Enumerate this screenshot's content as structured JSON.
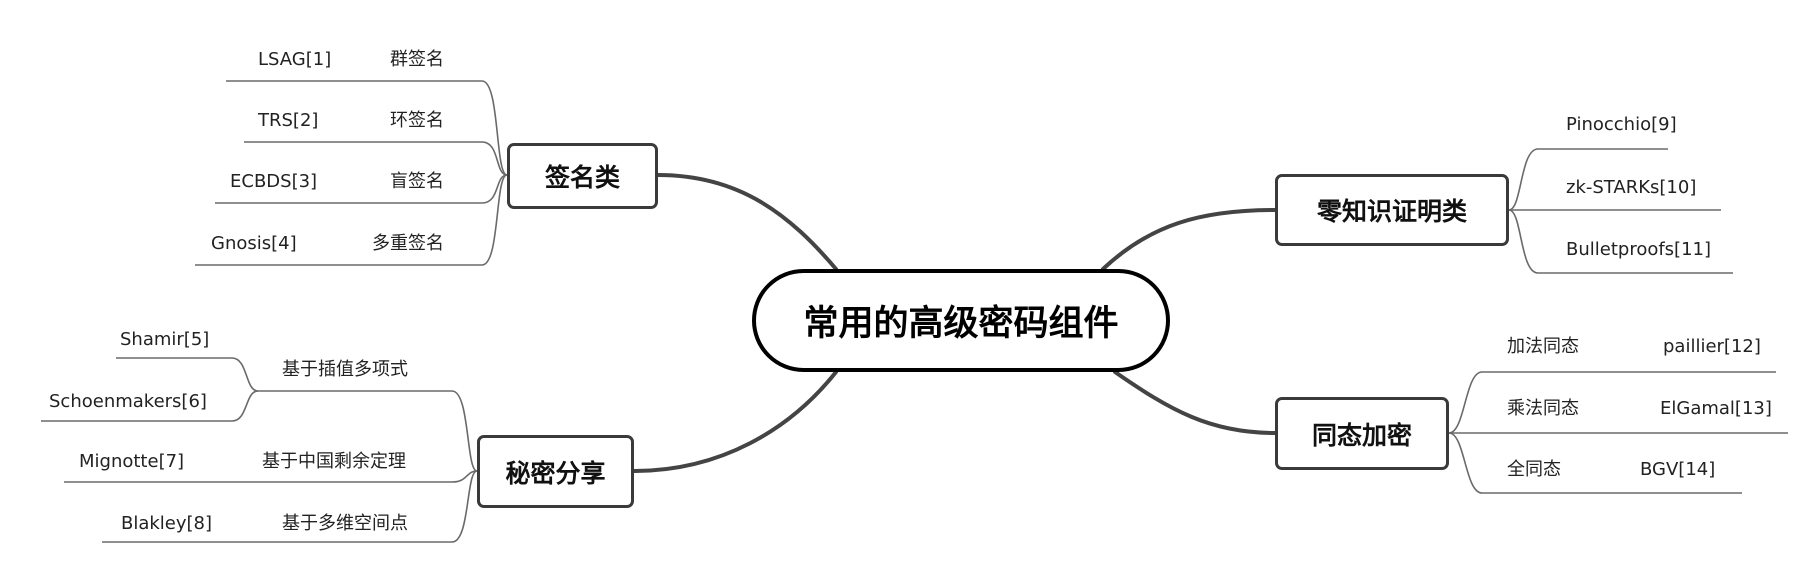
{
  "root": {
    "label": "常用的高级密码组件"
  },
  "signature": {
    "label": "签名类",
    "items": [
      {
        "type": "群签名",
        "scheme": "LSAG[1]"
      },
      {
        "type": "环签名",
        "scheme": "TRS[2]"
      },
      {
        "type": "盲签名",
        "scheme": "ECBDS[3]"
      },
      {
        "type": "多重签名",
        "scheme": "Gnosis[4]"
      }
    ]
  },
  "secret_sharing": {
    "label": "秘密分享",
    "groups": [
      {
        "type": "基于插值多项式",
        "schemes": [
          "Shamir[5]",
          "Schoenmakers[6]"
        ]
      },
      {
        "type": "基于中国剩余定理",
        "schemes": [
          "Mignotte[7]"
        ]
      },
      {
        "type": "基于多维空间点",
        "schemes": [
          "Blakley[8]"
        ]
      }
    ]
  },
  "zkp": {
    "label": "零知识证明类",
    "items": [
      "Pinocchio[9]",
      "zk-STARKs[10]",
      "Bulletproofs[11]"
    ]
  },
  "homomorphic": {
    "label": "同态加密",
    "items": [
      {
        "type": "加法同态",
        "scheme": "paillier[12]"
      },
      {
        "type": "乘法同态",
        "scheme": "ElGamal[13]"
      },
      {
        "type": "全同态",
        "scheme": "BGV[14]"
      }
    ]
  },
  "colors": {
    "main_link": "#444444",
    "leaf_link": "#6a6a6a",
    "text": "#222222"
  }
}
